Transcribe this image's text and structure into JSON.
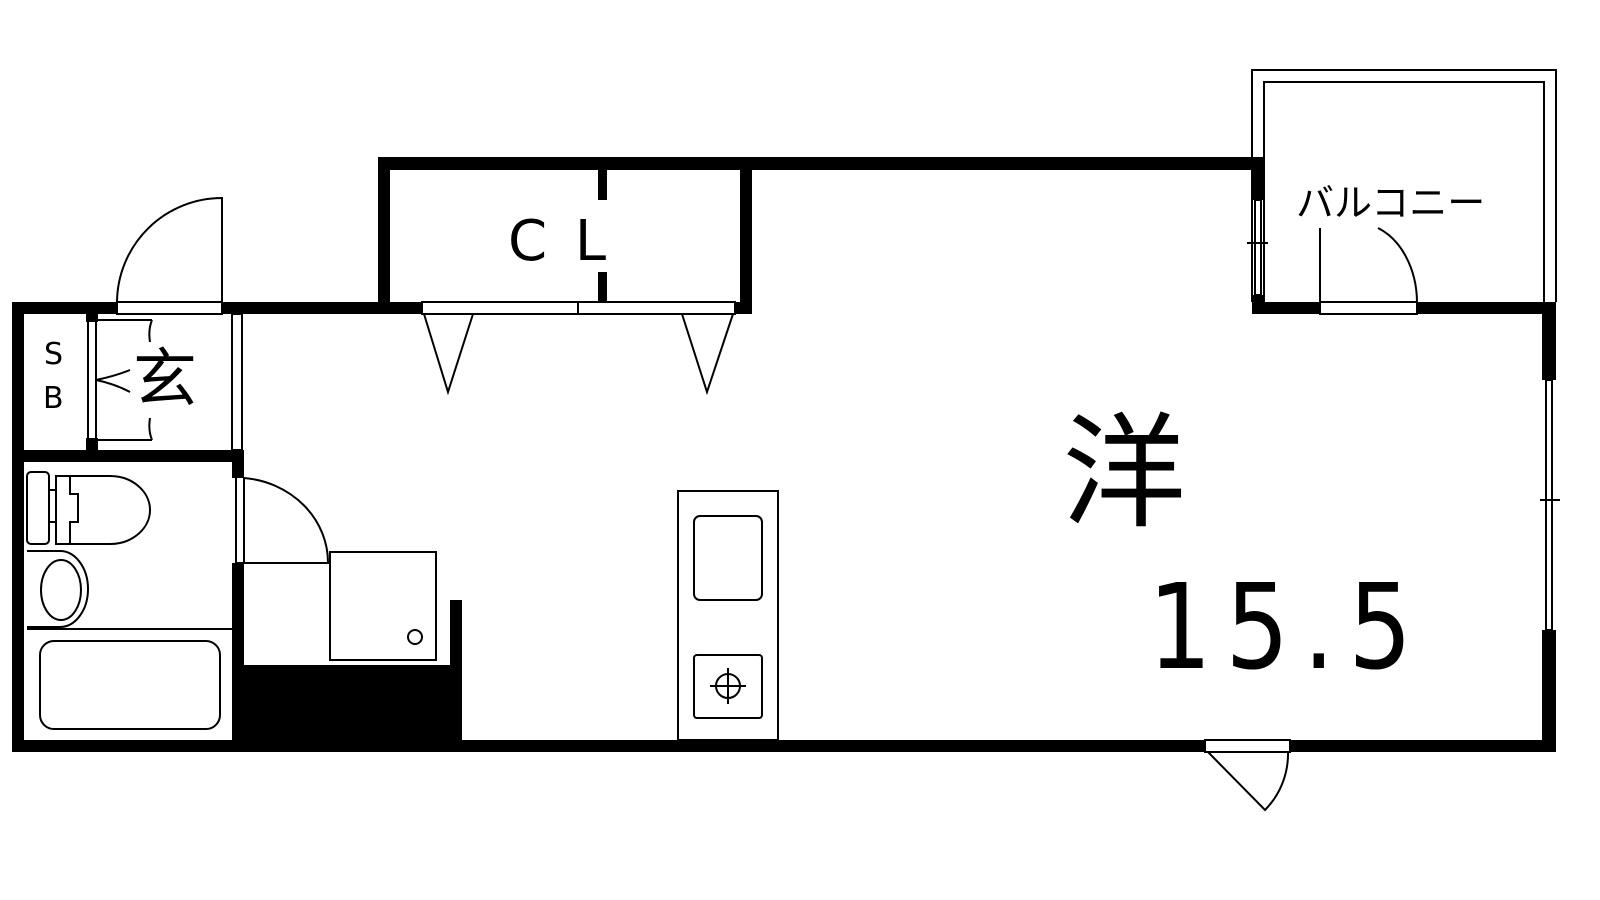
{
  "plan": {
    "closet_label": "C L",
    "shoe_box_label_1": "S",
    "shoe_box_label_2": "B",
    "entrance_label": "玄",
    "room_label": "洋",
    "room_size": "15.5",
    "balcony_label": "バルコニー"
  },
  "colors": {
    "wall": "#000000",
    "background": "#ffffff"
  }
}
